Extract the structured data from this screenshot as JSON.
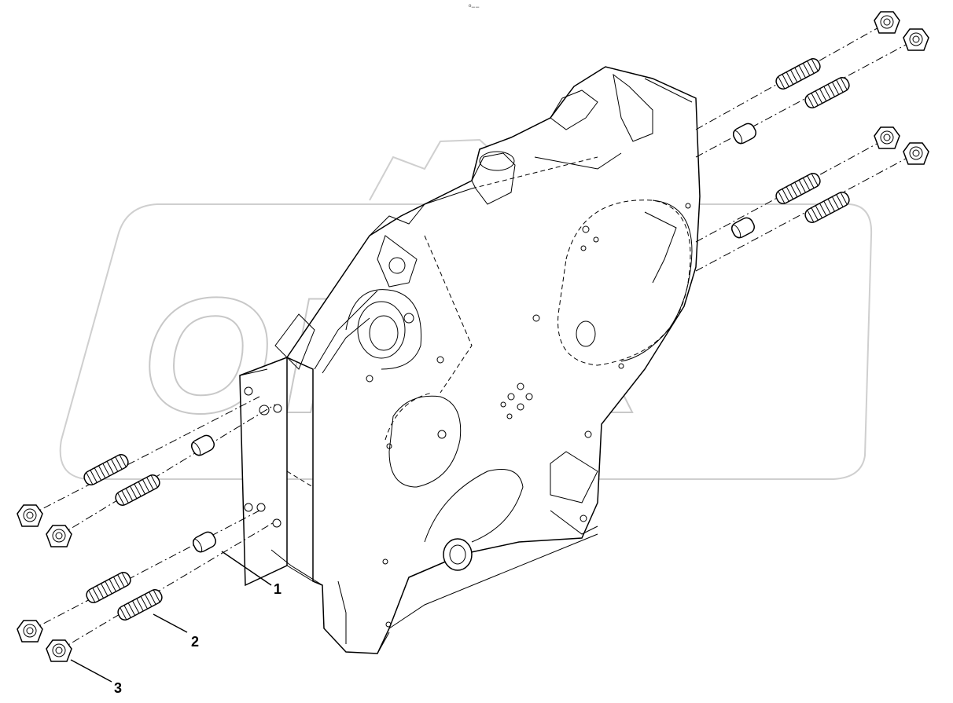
{
  "diagram": {
    "top_mark": "º−−",
    "watermark": "OPEX",
    "callouts": [
      {
        "label": "1"
      },
      {
        "label": "2"
      },
      {
        "label": "3"
      }
    ]
  }
}
